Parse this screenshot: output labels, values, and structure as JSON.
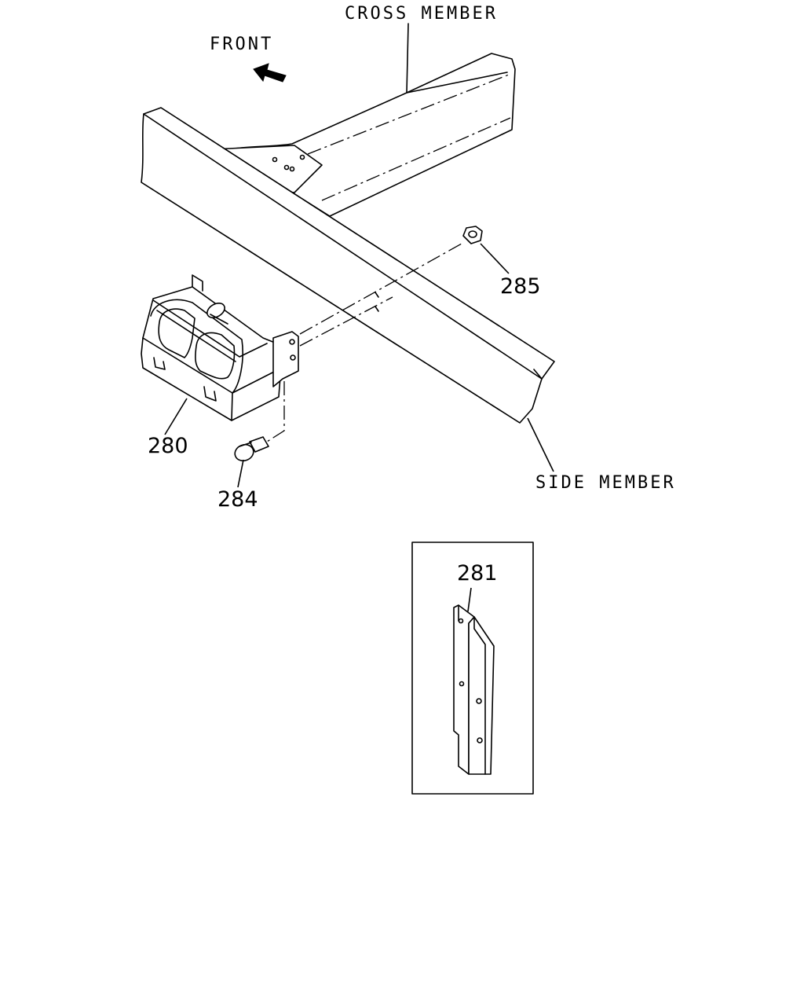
{
  "labels": {
    "front": "FRONT",
    "cross_member": "CROSS MEMBER",
    "side_member": "SIDE MEMBER"
  },
  "callouts": {
    "p280": "280",
    "p281": "281",
    "p284": "284",
    "p285": "285"
  },
  "icons": {
    "front_direction": "front-arrow-icon"
  }
}
